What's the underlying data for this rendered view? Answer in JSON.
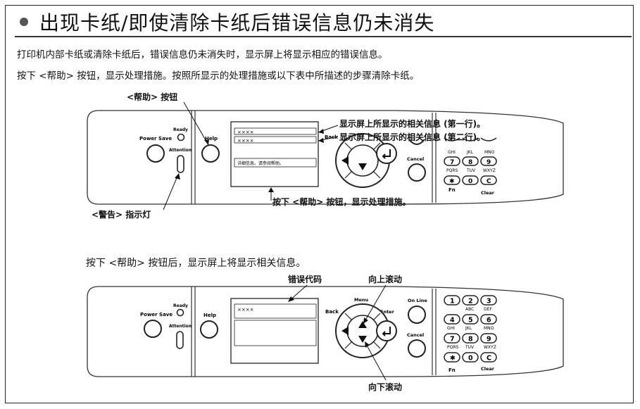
{
  "title": "出现卡纸/即使清除卡纸后错误信息仍未消失",
  "paragraphs": [
    "打印机内部卡纸或清除卡纸后，错误信息仍未消失时，显示屏上将显示相应的错误信息。",
    "按下 <帮助> 按钮，显示处理措施。按照所显示的处理措施或以下表中所描述的步骤清除卡纸。"
  ],
  "panel1": {
    "callout_help_button": "<帮助> 按钮",
    "callout_line1": "显示屏上所显示的相关信息 (第一行)。",
    "callout_line2": "显示屏上所显示的相关信息 (第二行)。",
    "callout_press_help": "按下 <帮助> 按钮，显示处理措施。",
    "callout_attention": "<警告> 指示灯",
    "display_line1": "××××",
    "display_line2": "××××",
    "display_help_text": "详细信息。请参阅帮助。"
  },
  "step_label": "按下 <帮助> 按钮后，显示屏上将显示相关信息。",
  "panel2": {
    "callout_error_code": "错误代码",
    "callout_scroll_up": "向上滚动",
    "callout_scroll_down": "向下滚动",
    "display_line1": "××××"
  },
  "buttons": {
    "power_save": "Power Save",
    "ready": "Ready",
    "attention": "Attention",
    "help": "Help",
    "back": "Back",
    "menu": "Menu",
    "enter": "Enter",
    "on_line": "On Line",
    "cancel": "Cancel",
    "fn": "Fn",
    "clear": "Clear"
  },
  "keypad": {
    "keys": [
      "1",
      "2",
      "3",
      "4",
      "5",
      "6",
      "7",
      "8",
      "9",
      "*",
      "0",
      "C"
    ],
    "sub_labels": [
      "",
      "ABC",
      "DEF",
      "GHI",
      "JKL",
      "MNO",
      "PQRS",
      "TUV",
      "WXYZ",
      "",
      "",
      ""
    ]
  }
}
